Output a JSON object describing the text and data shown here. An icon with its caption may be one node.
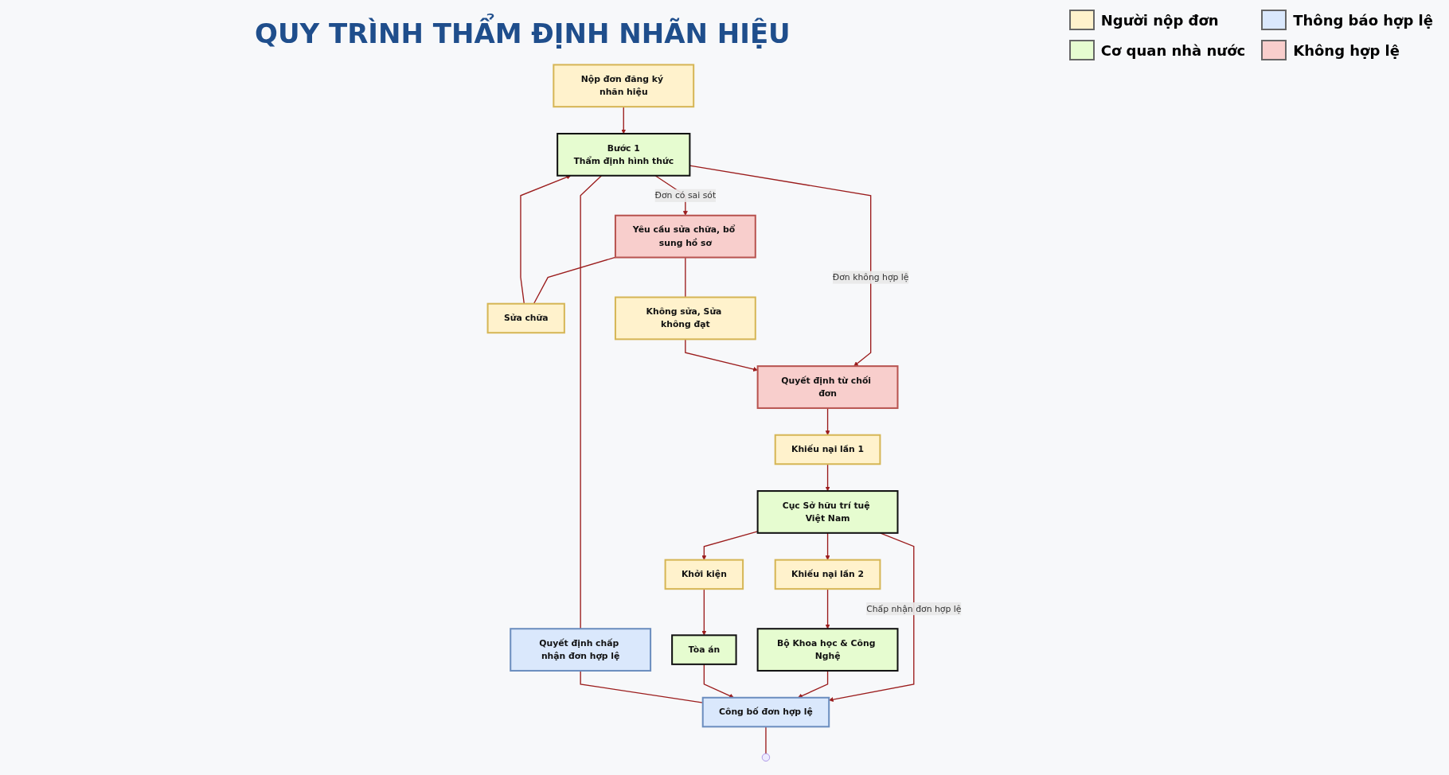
{
  "diagram": {
    "title": "QUY TRÌNH THẨM ĐỊNH NHÃN HIỆU",
    "nodes": [
      {
        "text": [
          "Nộp đơn đăng ký nhãn hiệu"
        ]
      },
      {
        "text": [
          "Bước 1",
          "Thẩm định hình thức"
        ]
      },
      {
        "text": [
          "Sửa chữa"
        ]
      },
      {
        "text": [
          "Yêu cầu sửa chữa, bổ sung hồ sơ"
        ]
      },
      {
        "text": [
          "Không sửa, Sửa không đạt"
        ]
      },
      {
        "text": [
          "Quyết định từ chối đơn"
        ]
      },
      {
        "text": [
          "Quyết định chấp nhận đơn hợp lệ"
        ]
      },
      {
        "text": [
          "Khiếu nại lần 1"
        ]
      },
      {
        "text": [
          "Cục Sở hữu trí tuệ Việt Nam"
        ]
      },
      {
        "text": [
          "Khiếu nại lần 2"
        ]
      },
      {
        "text": [
          "Bộ Khoa học & Công Nghệ"
        ]
      },
      {
        "text": [
          "Khởi kiện"
        ]
      },
      {
        "text": [
          "Tòa án"
        ]
      },
      {
        "text": [
          "Công bố đơn hợp lệ"
        ]
      }
    ],
    "edges": [
      {
        "from": 0,
        "to": 1,
        "arrow": "to"
      },
      {
        "from": 3,
        "to": 2,
        "arrow": "none"
      },
      {
        "from": 2,
        "to": 1,
        "arrow": "to"
      },
      {
        "from": 1,
        "to": 3,
        "arrow": "to",
        "label": "Đơn có sai sót"
      },
      {
        "from": 1,
        "to": 5,
        "arrow": "to",
        "label": "Đơn không hợp lệ"
      },
      {
        "from": 3,
        "to": 4,
        "arrow": "none"
      },
      {
        "from": 4,
        "to": 5,
        "arrow": "to"
      },
      {
        "from": 1,
        "to": 6,
        "arrow": "none"
      },
      {
        "from": 5,
        "to": 7,
        "arrow": "to"
      },
      {
        "from": 7,
        "to": 8,
        "arrow": "to"
      },
      {
        "from": 8,
        "to": 9,
        "arrow": "to"
      },
      {
        "from": 9,
        "to": 10,
        "arrow": "to"
      },
      {
        "from": 8,
        "to": 11,
        "arrow": "to"
      },
      {
        "from": 11,
        "to": 12,
        "arrow": "to"
      },
      {
        "from": 8,
        "to": 13,
        "arrow": "to",
        "label": "Chấp nhận đơn hợp lệ"
      },
      {
        "from": 10,
        "to": 13,
        "arrow": "to"
      },
      {
        "from": 12,
        "to": 13,
        "arrow": "to"
      },
      {
        "from": 6,
        "to": 13,
        "arrow": "none"
      },
      {
        "from": 13,
        "to": null,
        "arrow": "none"
      }
    ],
    "legend": [
      {
        "text": "Người nộp đơn",
        "color": "#fff2cc"
      },
      {
        "text": "Thông báo hợp lệ",
        "color": "#dae8fc"
      },
      {
        "text": "Cơ quan nhà nước",
        "color": "#e6fcd0"
      },
      {
        "text": "Không hợp lệ",
        "color": "#f8cecc"
      }
    ]
  }
}
